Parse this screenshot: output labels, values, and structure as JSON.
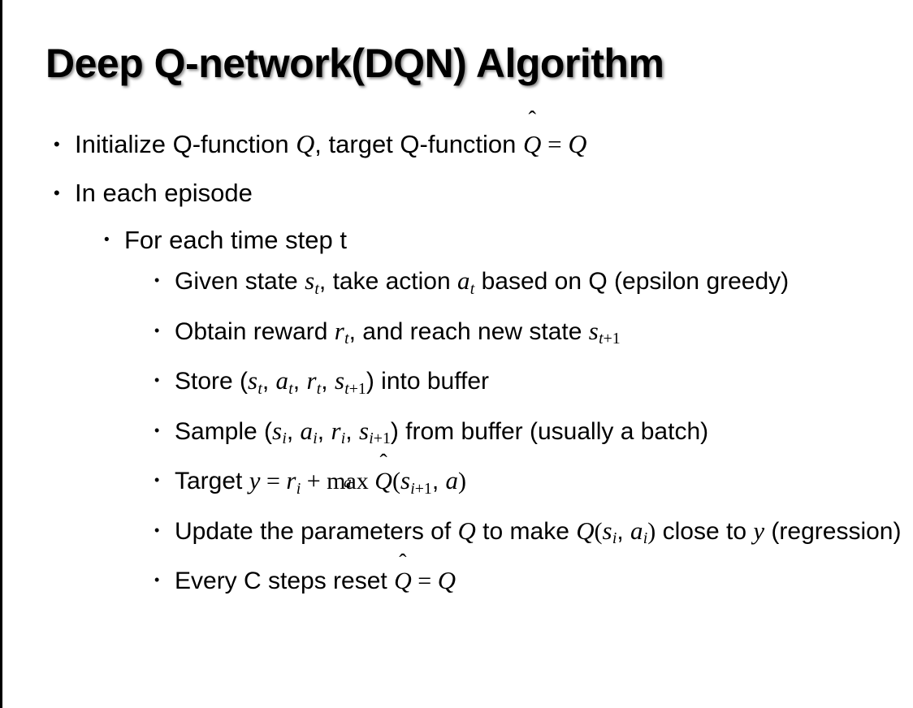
{
  "slide": {
    "title": "Deep Q-network(DQN) Algorithm",
    "bullet_glyph": "•",
    "accent_color": "#000000",
    "background_color": "#ffffff",
    "edge_bar_color": "#000000"
  },
  "content": {
    "level1": [
      {
        "id": "initialize",
        "text": "Initialize Q-function Q, target Q-function Q̂ = Q"
      },
      {
        "id": "in-each-episode",
        "text": "In each episode"
      }
    ],
    "level2": [
      {
        "id": "for-each-time-step",
        "text": "For each time step t"
      }
    ],
    "level3": [
      {
        "id": "given-state",
        "text": "Given state s_t, take action a_t based on Q (epsilon greedy)"
      },
      {
        "id": "obtain-reward",
        "text": "Obtain reward r_t, and reach new state s_t+1"
      },
      {
        "id": "store-transition",
        "text": "Store (s_t, a_t, r_t, s_t+1) into buffer"
      },
      {
        "id": "sample-batch",
        "text": "Sample (s_i, a_i, r_i, s_i+1) from buffer (usually a batch)"
      },
      {
        "id": "target-value",
        "text": "Target y = r_i + max_a Q̂(s_i+1, a)"
      },
      {
        "id": "update-parameters",
        "text": "Update the parameters of Q to make Q(s_i, a_i) close to y (regression)"
      },
      {
        "id": "reset-target",
        "text": "Every C steps reset Q̂ = Q"
      }
    ]
  },
  "fragments": {
    "initialize_pre": "Initialize Q-function ",
    "initialize_mid": ", target Q-function ",
    "in_each_episode": "In each episode",
    "for_each_time_step": "For each time step t",
    "given_pre": "Given state ",
    "given_mid": ", take action ",
    "given_post": " based on Q (epsilon greedy)",
    "obtain_pre": "Obtain reward ",
    "obtain_mid": ", and reach new state ",
    "store_pre": "Store (",
    "store_post": ") into buffer",
    "sample_pre": "Sample (",
    "sample_post": ") from buffer (usually a batch)",
    "target_pre": "Target ",
    "update_pre": "Update the parameters of ",
    "update_mid": " to make ",
    "update_post": " close to ",
    "update_tail": " (regression)",
    "every_pre": "Every C steps reset ",
    "comma_space": ", ",
    "equals": " = ",
    "plus": " + ",
    "max_label": "max",
    "hat_mark": "̂",
    "sym": {
      "Q": "Q",
      "s": "s",
      "a": "a",
      "r": "r",
      "y": "y",
      "t": "t",
      "i": "i",
      "t_plus_1": "t+1",
      "i_plus_1": "i+1",
      "paren_open": "(",
      "paren_close": ")"
    }
  }
}
